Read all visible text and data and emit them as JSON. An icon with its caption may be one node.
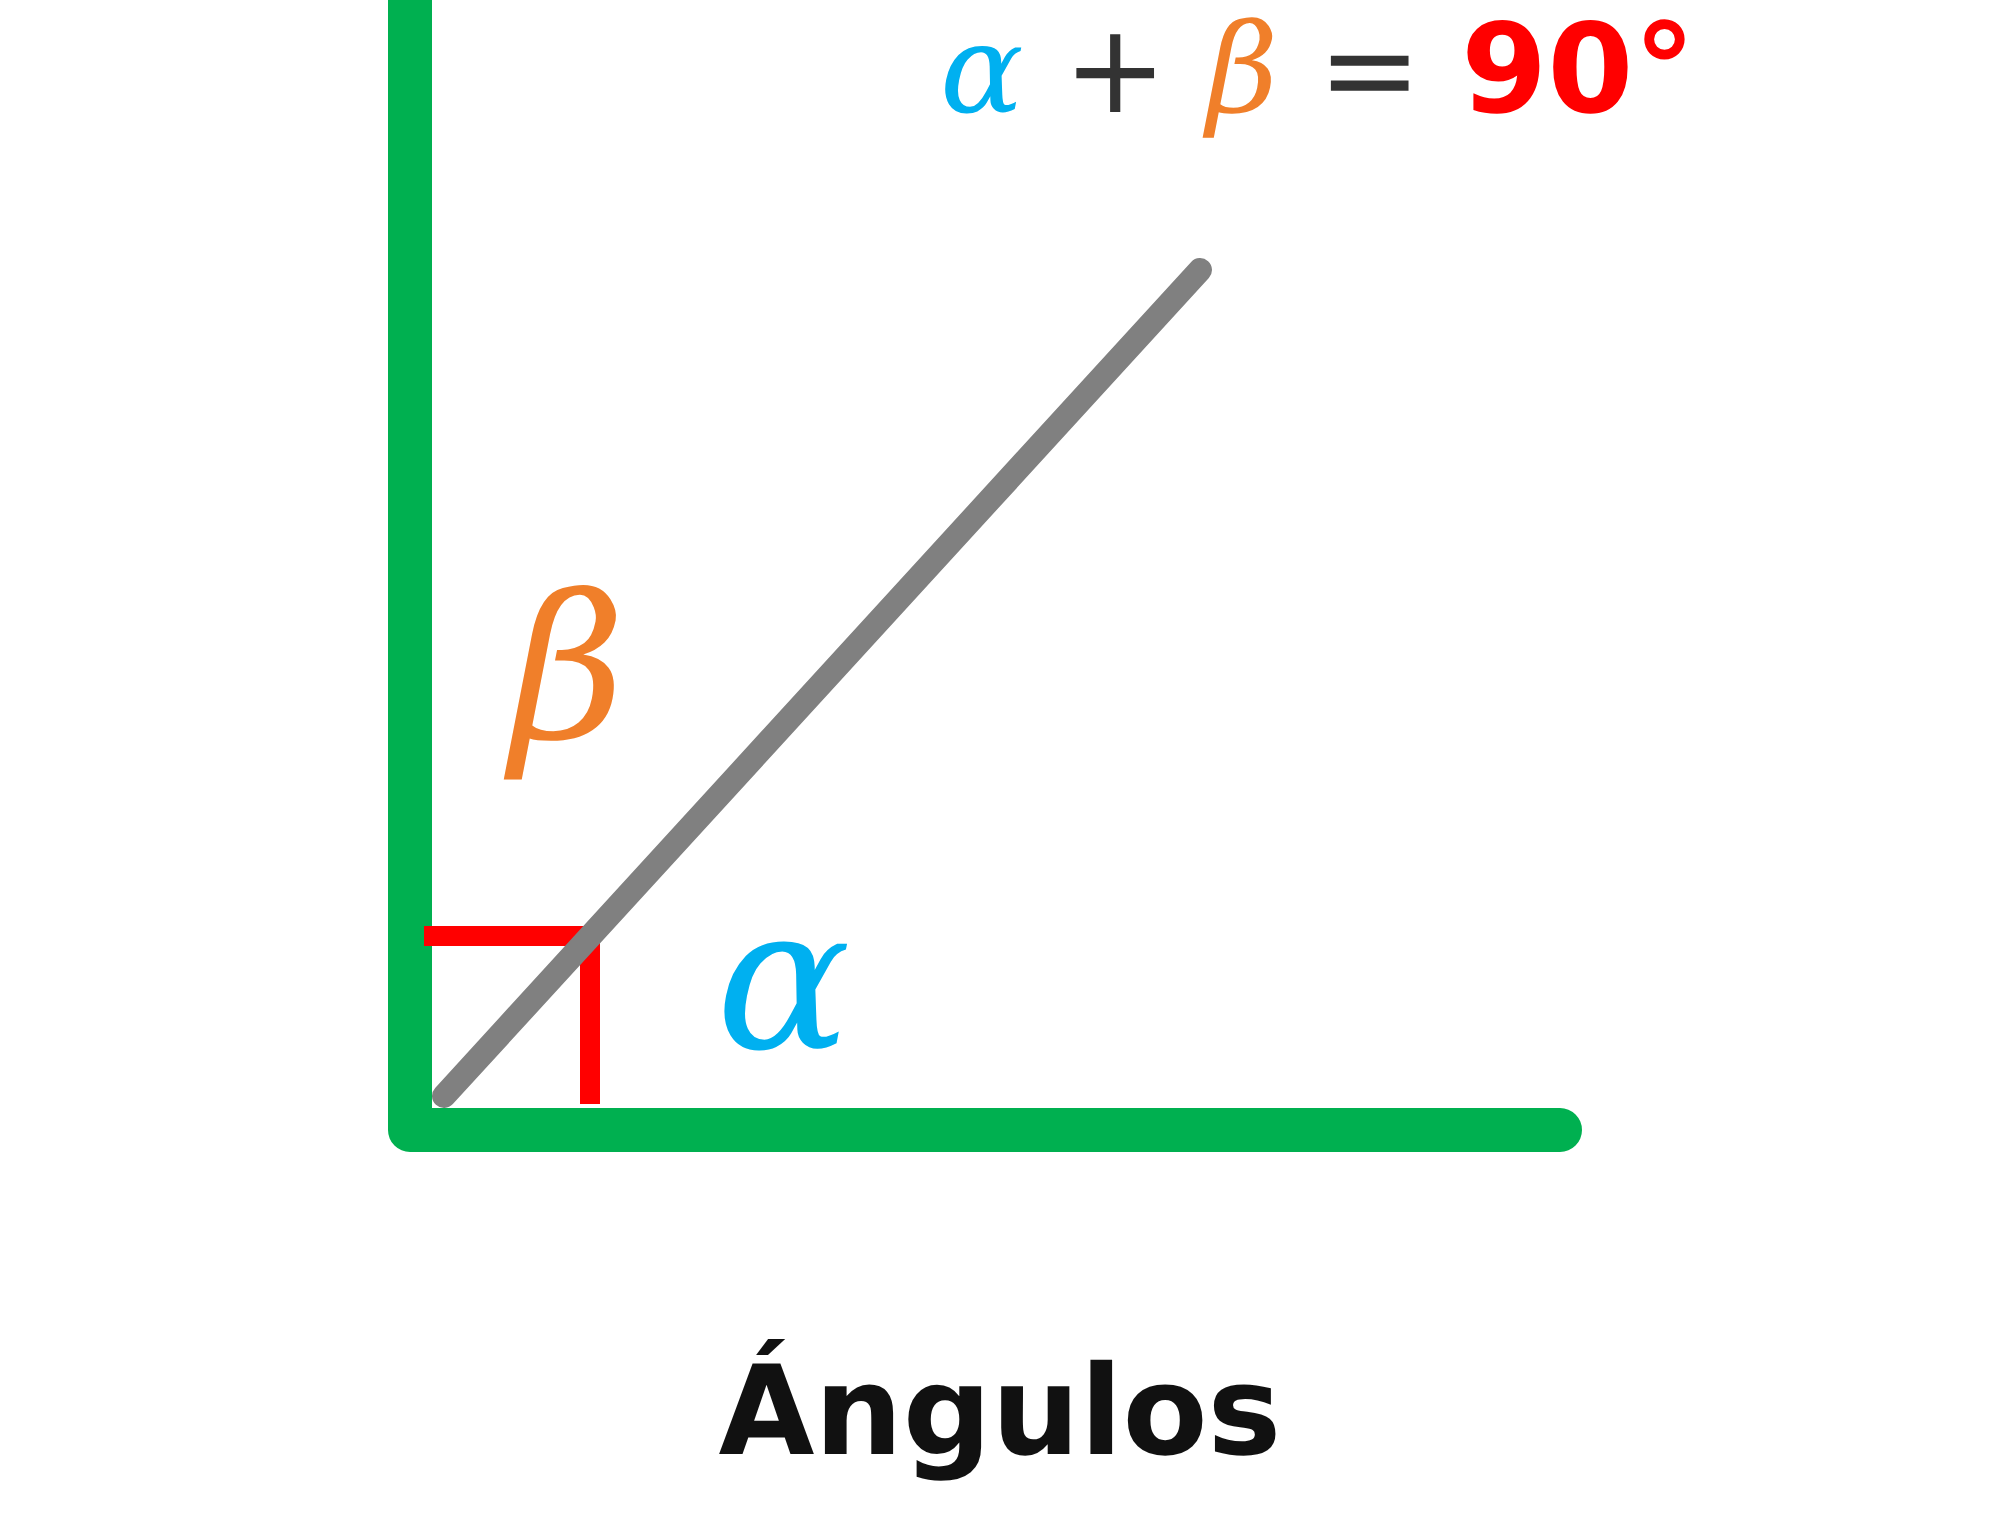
{
  "diagram": {
    "caption": "Ángulos",
    "labels": [
      "α + β = 90°",
      "β",
      "α"
    ]
  }
}
